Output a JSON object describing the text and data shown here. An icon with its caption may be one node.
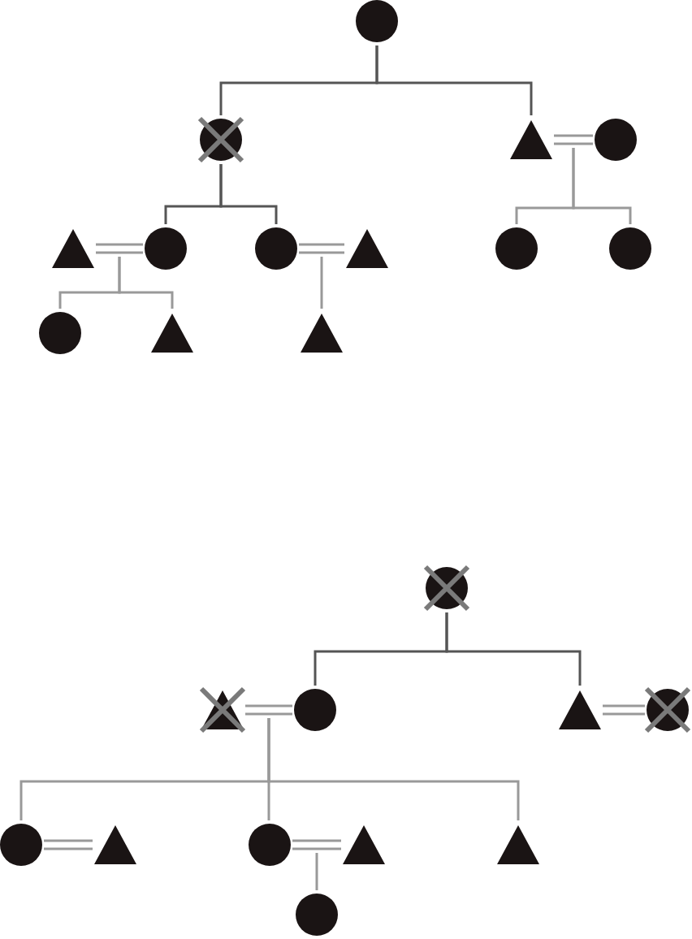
{
  "diagram": {
    "nodes": [
      {
        "text": [],
        "shape": "circle"
      },
      {
        "text": [],
        "shape": "crossed-circle"
      },
      {
        "text": [],
        "shape": "triangle"
      },
      {
        "text": [],
        "shape": "circle"
      },
      {
        "text": [],
        "shape": "triangle"
      },
      {
        "text": [],
        "shape": "circle"
      },
      {
        "text": [],
        "shape": "circle"
      },
      {
        "text": [],
        "shape": "triangle"
      },
      {
        "text": [],
        "shape": "circle"
      },
      {
        "text": [],
        "shape": "circle"
      },
      {
        "text": [],
        "shape": "circle"
      },
      {
        "text": [],
        "shape": "triangle"
      },
      {
        "text": [],
        "shape": "triangle"
      },
      {
        "text": [],
        "shape": "crossed-circle"
      },
      {
        "text": [],
        "shape": "crossed-triangle"
      },
      {
        "text": [],
        "shape": "circle"
      },
      {
        "text": [],
        "shape": "triangle"
      },
      {
        "text": [],
        "shape": "crossed-circle"
      },
      {
        "text": [],
        "shape": "circle"
      },
      {
        "text": [],
        "shape": "triangle"
      },
      {
        "text": [],
        "shape": "circle"
      },
      {
        "text": [],
        "shape": "triangle"
      },
      {
        "text": [],
        "shape": "triangle"
      },
      {
        "text": [],
        "shape": "circle"
      }
    ],
    "edges": [
      {
        "from": 0,
        "to": 1,
        "arrow": "none",
        "color": "#555555"
      },
      {
        "from": 0,
        "to": 2,
        "arrow": "none",
        "color": "#555555"
      },
      {
        "from": 2,
        "to": 3,
        "arrow": "none"
      },
      {
        "from": 1,
        "to": 5,
        "arrow": "none",
        "color": "#555555"
      },
      {
        "from": 1,
        "to": 6,
        "arrow": "none",
        "color": "#555555"
      },
      {
        "from": 4,
        "to": 5,
        "arrow": "none"
      },
      {
        "from": 6,
        "to": 7,
        "arrow": "none"
      },
      {
        "from": 2,
        "to": 8,
        "arrow": "none"
      },
      {
        "from": 2,
        "to": 9,
        "arrow": "none"
      },
      {
        "from": 5,
        "to": 10,
        "arrow": "none"
      },
      {
        "from": 5,
        "to": 11,
        "arrow": "none"
      },
      {
        "from": 6,
        "to": 12,
        "arrow": "none"
      },
      {
        "from": 13,
        "to": 15,
        "arrow": "none",
        "color": "#555555"
      },
      {
        "from": 13,
        "to": 16,
        "arrow": "none",
        "color": "#555555"
      },
      {
        "from": 14,
        "to": 15,
        "arrow": "none"
      },
      {
        "from": 16,
        "to": 17,
        "arrow": "none"
      },
      {
        "from": 15,
        "to": 18,
        "arrow": "none"
      },
      {
        "from": 15,
        "to": 20,
        "arrow": "none"
      },
      {
        "from": 15,
        "to": 22,
        "arrow": "none"
      },
      {
        "from": 18,
        "to": 19,
        "arrow": "none"
      },
      {
        "from": 20,
        "to": 21,
        "arrow": "none"
      },
      {
        "from": 20,
        "to": 23,
        "arrow": "none"
      }
    ]
  }
}
